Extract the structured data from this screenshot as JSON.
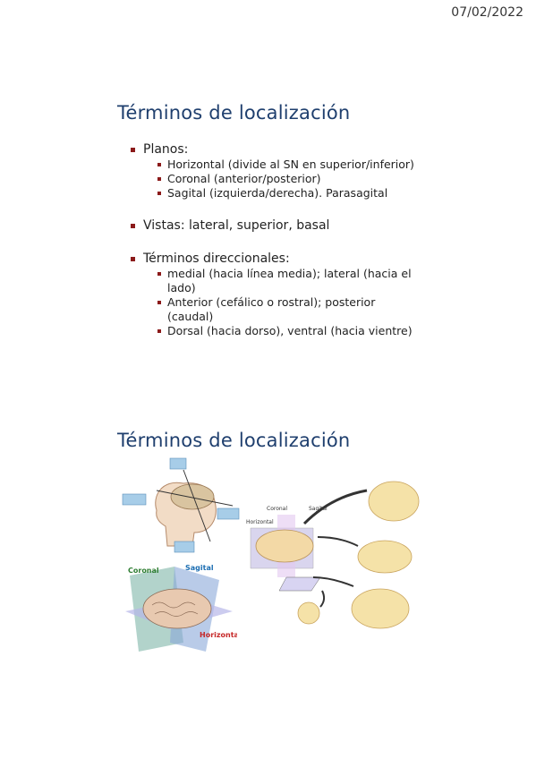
{
  "header": {
    "date": "07/02/2022"
  },
  "slide1": {
    "title": "Términos de localización",
    "bullets": [
      {
        "text": "Planos:",
        "sub": [
          "Horizontal (divide al SN en superior/inferior)",
          "Coronal (anterior/posterior)",
          "Sagital (izquierda/derecha). Parasagital"
        ]
      },
      {
        "text": "Vistas: lateral, superior, basal",
        "sub": []
      },
      {
        "text": "Términos direccionales:",
        "sub": [
          "medial (hacia línea media); lateral (hacia el lado)",
          "Anterior (cefálico o rostral); posterior (caudal)",
          "Dorsal (hacia dorso), ventral (hacia vientre)"
        ]
      }
    ]
  },
  "slide2": {
    "title": "Términos de localización",
    "figure_labels": {
      "coronal": "Coronal",
      "sagital": "Sagital",
      "horizontal": "Horizontal",
      "sagital2": "Sagital",
      "coronal2": "Coronal",
      "horizontal2": "Horizontal"
    },
    "colors": {
      "title": "#1f3f6e",
      "bullet": "#8b1a1a",
      "coronal_label": "#2e7d32",
      "sagital_label": "#1e6fb3",
      "horizontal_label": "#c62828"
    }
  }
}
